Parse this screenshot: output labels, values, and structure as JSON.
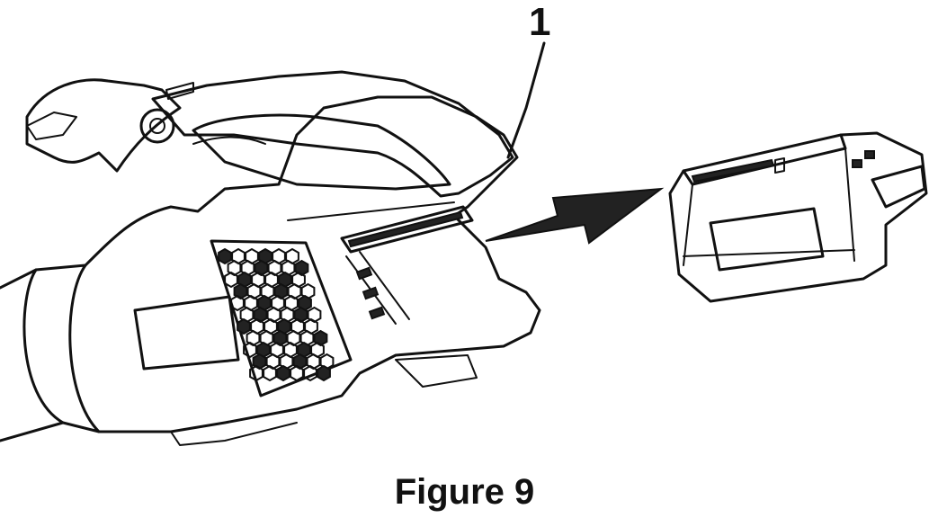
{
  "callout": {
    "number": "1"
  },
  "caption": {
    "text": "Figure 9"
  },
  "icons": {
    "tool": "leaf-blower-body",
    "battery": "battery-pack",
    "arrow": "removal-arrow-right"
  }
}
